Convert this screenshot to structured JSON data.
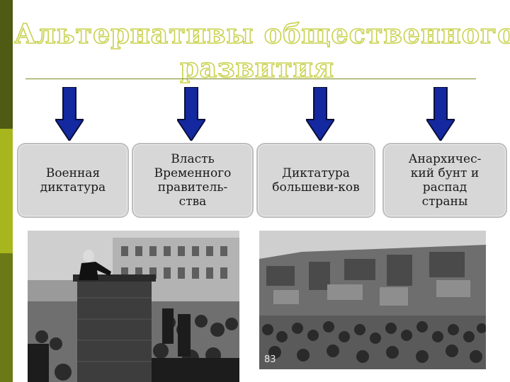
{
  "slide": {
    "title_line1": "Альтернативы общественного",
    "title_line2": "развития",
    "boxes": [
      {
        "text": "Военная\nдиктатура"
      },
      {
        "text": "Власть\nВременного\nправитель-\nства"
      },
      {
        "text": "Диктатура\nбольшеви-ков"
      },
      {
        "text": "Анархичес-\nкий бунт и\nраспад\nстраны"
      }
    ],
    "photos": [
      {
        "subject": "speaker-on-tribune-photo"
      },
      {
        "subject": "armored-train-crowd-photo",
        "page_number": "83"
      }
    ]
  },
  "colors": {
    "title_outline": "#c9d24f",
    "arrow_fill": "#1428a0",
    "box_fill": "#d7d7d7",
    "sidebar_dark": "#4f5a12",
    "sidebar_light": "#a6b61c"
  }
}
